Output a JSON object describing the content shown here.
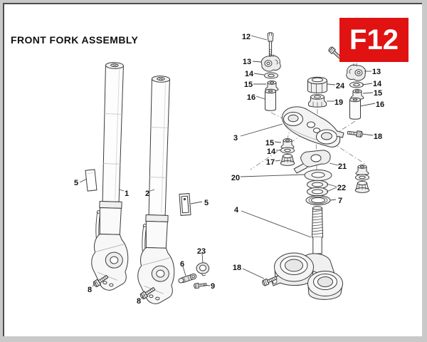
{
  "header": {
    "title": "FRONT FORK ASSEMBLY",
    "page_code": "F12"
  },
  "colors": {
    "badge_red": "#e01212",
    "line_art": "#3a3a3a",
    "page_frame": "#c9c9c9"
  },
  "diagram": {
    "callouts": [
      "5",
      "1",
      "2",
      "5",
      "23",
      "6",
      "9",
      "8",
      "8",
      "12",
      "13",
      "14",
      "15",
      "16",
      "24",
      "19",
      "13",
      "14",
      "15",
      "16",
      "3",
      "18",
      "15",
      "14",
      "17",
      "21",
      "20",
      "22",
      "7",
      "4",
      "18"
    ]
  }
}
